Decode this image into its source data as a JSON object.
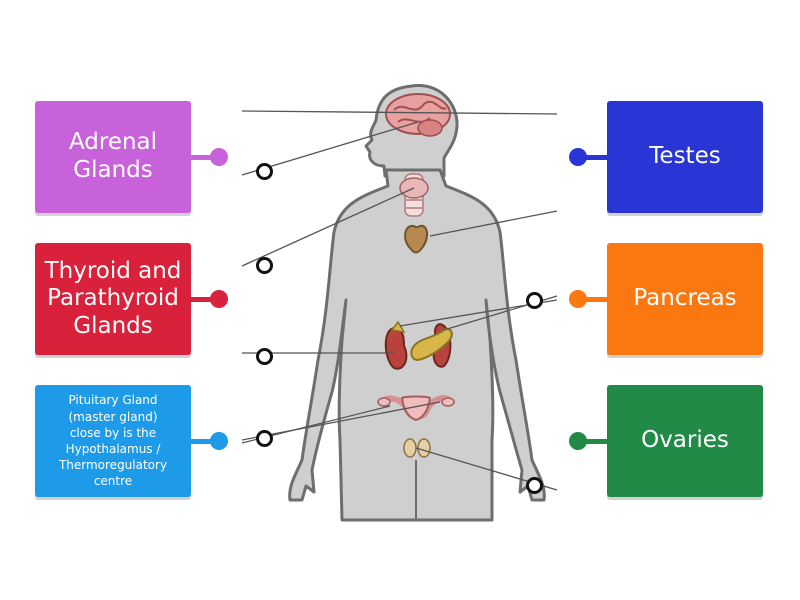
{
  "labels": {
    "adrenal": {
      "text": "Adrenal Glands",
      "color": "#c862db"
    },
    "thyroid": {
      "text": "Thyroid and Parathyroid Glands",
      "color": "#d9213b"
    },
    "pituitary": {
      "text": "Pituitary Gland (master gland) close by is the Hypothalamus / Thermoregulatory centre",
      "color": "#1e9be8"
    },
    "testes": {
      "text": "Testes",
      "color": "#2a35d6"
    },
    "pancreas": {
      "text": "Pancreas",
      "color": "#fb7710"
    },
    "ovaries": {
      "text": "Ovaries",
      "color": "#218a46"
    }
  },
  "colors": {
    "body_fill": "#cfcfcf",
    "body_stroke": "#6e6e6e",
    "pointer_line": "#555555"
  },
  "icons": [
    "human-body-figure",
    "brain-icon",
    "thyroid-icon",
    "heart-icon",
    "kidney-icon",
    "pancreas-icon",
    "uterus-icon",
    "testes-icon"
  ]
}
